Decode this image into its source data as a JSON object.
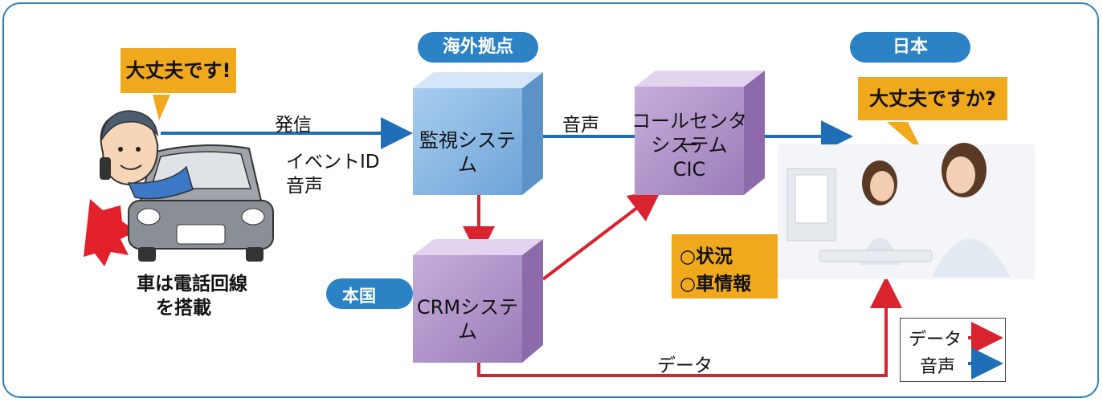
{
  "locations": {
    "overseas": "海外拠点",
    "japan": "日本",
    "home_country": "本国"
  },
  "bubbles": {
    "driver": "大丈夫です!",
    "operator": "大丈夫ですか?"
  },
  "nodes": {
    "monitoring": "監視システム",
    "callcenter_line1": "コールセンター",
    "callcenter_line2": "システム",
    "callcenter_line3": "CIC",
    "crm": "CRMシステム"
  },
  "edges": {
    "send": "発信",
    "event_id": "イベントID",
    "voice_small": "音声",
    "voice_top": "音声",
    "data_bottom": "データ"
  },
  "car_caption": {
    "line1": "車は電話回線",
    "line2": "を搭載"
  },
  "info_box": {
    "line1": "○状況",
    "line2": "○車情報"
  },
  "legend": {
    "data_label": "データ",
    "voice_label": "音声",
    "data_color": "#d9232e",
    "voice_color": "#1f6fb8"
  },
  "colors": {
    "frame": "#2a80bf",
    "pill": "#2b82c4",
    "bubble": "#f0a81c",
    "cube_blue": "#7fb2e0",
    "cube_purple": "#a98bc0"
  }
}
